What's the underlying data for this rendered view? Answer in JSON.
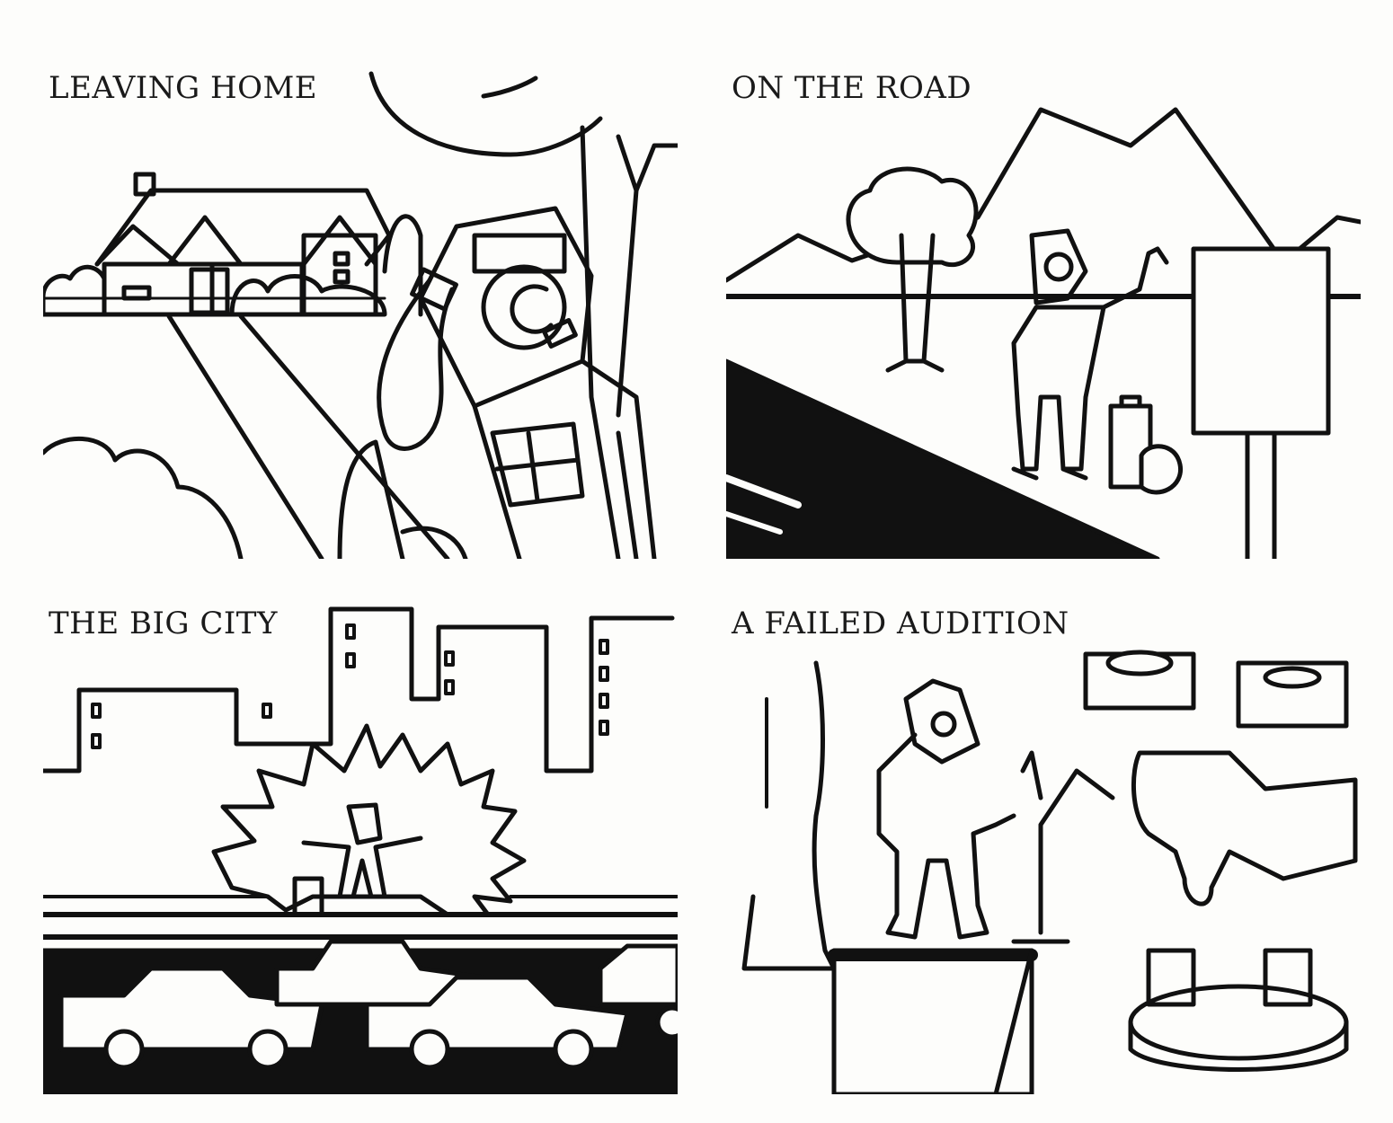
{
  "panels": [
    {
      "caption": "LEAVING HOME"
    },
    {
      "caption": "ON THE ROAD"
    },
    {
      "caption": "THE BIG CITY"
    },
    {
      "caption": "A FAILED AUDITION"
    }
  ],
  "colors": {
    "ink": "#111111",
    "paper": "#fdfdfb"
  }
}
